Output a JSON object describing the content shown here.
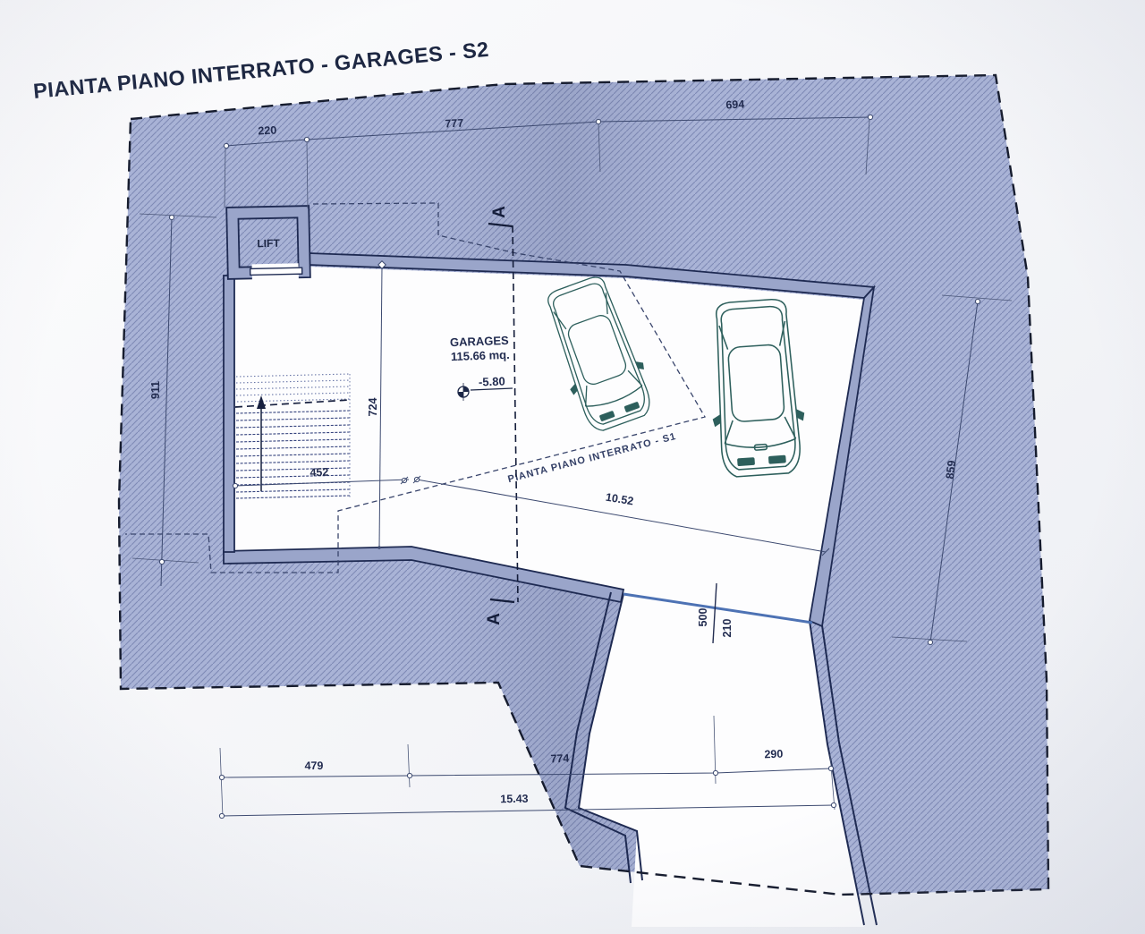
{
  "title": "PIANTA PIANO INTERRATO - GARAGES - S2",
  "plan": {
    "lift_label": "LIFT",
    "area_label": "GARAGES",
    "area_value": "115.66 mq.",
    "level_value": "-5.80",
    "s1_outline_label": "PIANTA PIANO INTERRATO - S1",
    "section_letter": "A"
  },
  "dimensions": {
    "top_chain": [
      {
        "value": "220"
      },
      {
        "value": "777"
      },
      {
        "value": "694"
      }
    ],
    "left_side": {
      "value": "911"
    },
    "right_side": {
      "value": "859"
    },
    "interior_depth": {
      "value": "724"
    },
    "interior_width": {
      "value": "452"
    },
    "diagonal": {
      "value": "10.52"
    },
    "opening": {
      "width": "500",
      "height": "210"
    },
    "bottom_chain": [
      {
        "value": "479"
      },
      {
        "value": "774"
      },
      {
        "value": "290"
      }
    ],
    "bottom_total": {
      "value": "15.43"
    }
  },
  "colors": {
    "site_fill": "#a9b3d6",
    "hatch_line": "#7f8ab5",
    "wall_fill": "#9aa5ca",
    "line_navy": "#1e2a52",
    "dim_line": "#3d4a70",
    "car_outline": "#2d5f5c",
    "opening_blue": "#4d72b4",
    "paper": "#f5f6f9"
  }
}
